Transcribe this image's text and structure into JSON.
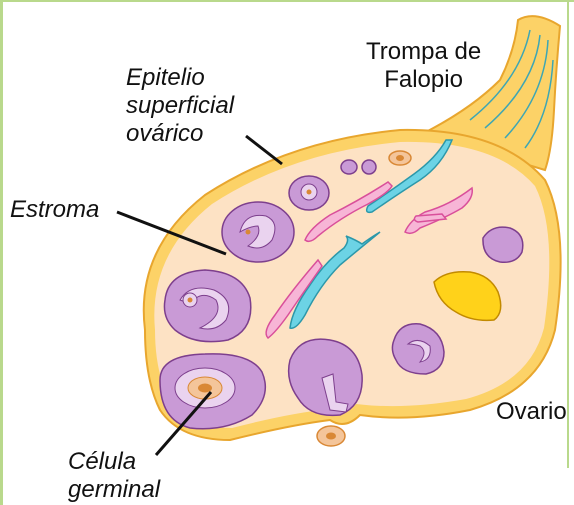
{
  "labels": {
    "epitelio": [
      "Epitelio",
      "superficial",
      "ovárico"
    ],
    "estroma": "Estroma",
    "trompa": [
      "Trompa de",
      "Falopio"
    ],
    "ovario": "Ovario",
    "celula": [
      "Célula",
      "germinal"
    ]
  },
  "colors": {
    "stroma": "#fde2c4",
    "capsule": "#fcd267",
    "capsule_edge": "#e8a62e",
    "follicle": "#c99ad6",
    "follicle_edge": "#7d3f8d",
    "follicle_inner": "#ead3ef",
    "oocyte_nucleus": "#d98835",
    "vessel_blue": "#6cd3e5",
    "vessel_pink": "#f7b5d6",
    "corpus_luteum": "#ffd21a",
    "tube": "#fcd267"
  },
  "icons": [
    "fallopian-tube-illustration",
    "ovary-cross-section-illustration"
  ]
}
